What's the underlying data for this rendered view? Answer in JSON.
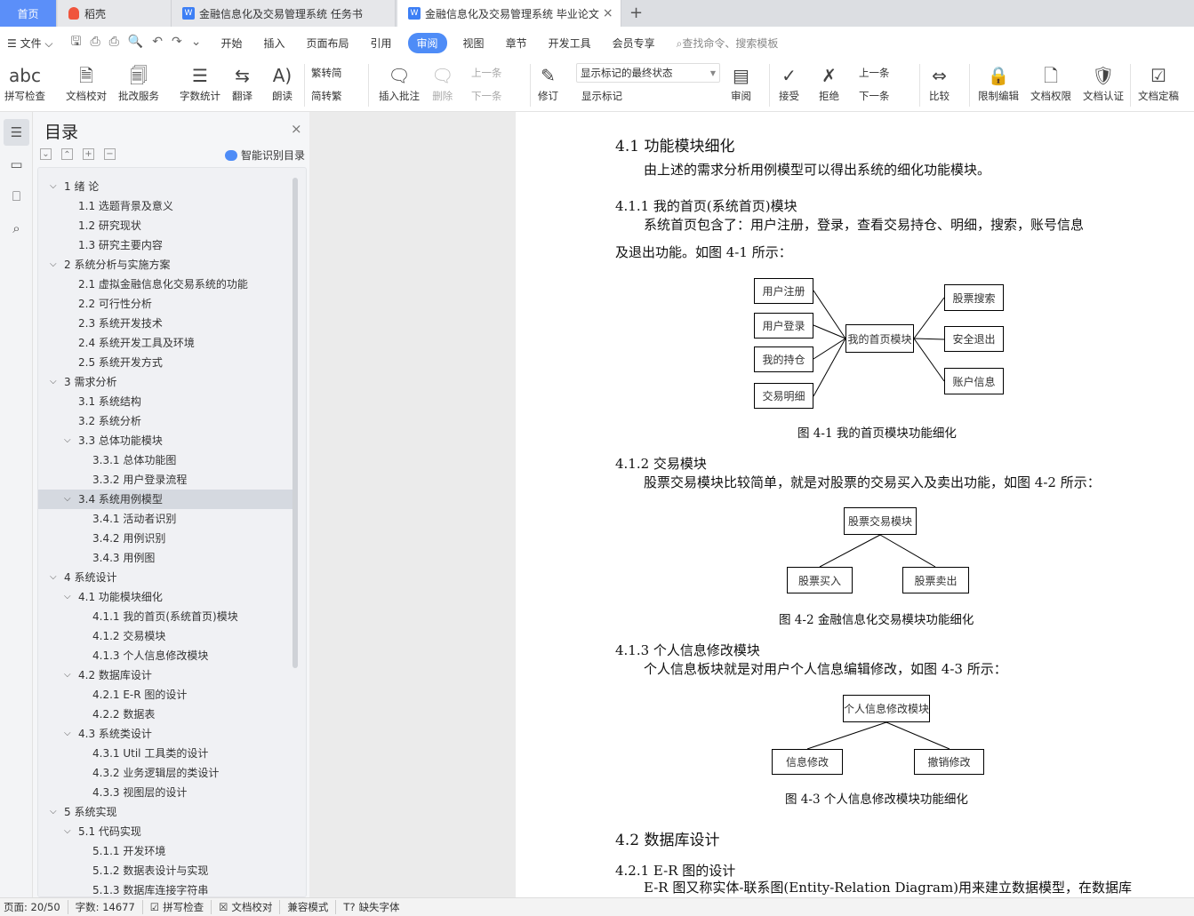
{
  "tabs": [
    {
      "label": "首页"
    },
    {
      "label": "稻壳"
    },
    {
      "label": "金融信息化及交易管理系统 任务书"
    },
    {
      "label": "金融信息化及交易管理系统 毕业论文"
    }
  ],
  "menu": {
    "file": "文件",
    "items": [
      "开始",
      "插入",
      "页面布局",
      "引用",
      "审阅",
      "视图",
      "章节",
      "开发工具",
      "会员专享"
    ],
    "search": "查找命令、搜索模板"
  },
  "ribbon": {
    "spell": "拼写检查",
    "proof": "文档校对",
    "grade": "批改服务",
    "count": "字数统计",
    "translate": "翻译",
    "read": "朗读",
    "t2s": "繁转简",
    "s2t": "简转繁",
    "insert_comment": "插入批注",
    "delete": "删除",
    "prev": "上一条",
    "next": "下一条",
    "revise": "修订",
    "markup_state": "显示标记的最终状态",
    "show_markup": "显示标记",
    "review": "审阅",
    "accept": "接受",
    "reject": "拒绝",
    "prev2": "上一条",
    "next2": "下一条",
    "compare": "比较",
    "restrict": "限制编辑",
    "perm": "文档权限",
    "auth": "文档认证",
    "final": "文档定稿"
  },
  "toc": {
    "title": "目录",
    "smart": "智能识别目录",
    "items": [
      {
        "t": "1  绪  论",
        "l": 1,
        "c": 1
      },
      {
        "t": "1.1  选题背景及意义",
        "l": 2
      },
      {
        "t": "1.2  研究现状",
        "l": 2
      },
      {
        "t": "1.3  研究主要内容",
        "l": 2
      },
      {
        "t": "2  系统分析与实施方案",
        "l": 1,
        "c": 1
      },
      {
        "t": "2.1  虚拟金融信息化交易系统的功能",
        "l": 2
      },
      {
        "t": "2.2  可行性分析",
        "l": 2
      },
      {
        "t": "2.3  系统开发技术",
        "l": 2
      },
      {
        "t": "2.4  系统开发工具及环境",
        "l": 2
      },
      {
        "t": "2.5  系统开发方式",
        "l": 2
      },
      {
        "t": "3  需求分析",
        "l": 1,
        "c": 1
      },
      {
        "t": "3.1  系统结构",
        "l": 2
      },
      {
        "t": "3.2  系统分析",
        "l": 2
      },
      {
        "t": "3.3  总体功能模块",
        "l": 2,
        "c": 1
      },
      {
        "t": "3.3.1  总体功能图",
        "l": 3
      },
      {
        "t": "3.3.2  用户登录流程",
        "l": 3
      },
      {
        "t": "3.4  系统用例模型",
        "l": 2,
        "c": 1,
        "s": 1
      },
      {
        "t": "3.4.1  活动者识别",
        "l": 3
      },
      {
        "t": "3.4.2  用例识别",
        "l": 3
      },
      {
        "t": "3.4.3  用例图",
        "l": 3
      },
      {
        "t": "4  系统设计",
        "l": 1,
        "c": 1
      },
      {
        "t": "4.1  功能模块细化",
        "l": 2,
        "c": 1
      },
      {
        "t": "4.1.1  我的首页(系统首页)模块",
        "l": 3
      },
      {
        "t": "4.1.2  交易模块",
        "l": 3
      },
      {
        "t": "4.1.3  个人信息修改模块",
        "l": 3
      },
      {
        "t": "4.2  数据库设计",
        "l": 2,
        "c": 1
      },
      {
        "t": "4.2.1 E-R 图的设计",
        "l": 3
      },
      {
        "t": "4.2.2  数据表",
        "l": 3
      },
      {
        "t": "4.3  系统类设计",
        "l": 2,
        "c": 1
      },
      {
        "t": "4.3.1 Util 工具类的设计",
        "l": 3
      },
      {
        "t": "4.3.2  业务逻辑层的类设计",
        "l": 3
      },
      {
        "t": "4.3.3  视图层的设计",
        "l": 3
      },
      {
        "t": "5  系统实现",
        "l": 1,
        "c": 1
      },
      {
        "t": "5.1 代码实现",
        "l": 2,
        "c": 1
      },
      {
        "t": "5.1.1 开发环境",
        "l": 3
      },
      {
        "t": "5.1.2  数据表设计与实现",
        "l": 3
      },
      {
        "t": "5.1.3  数据库连接字符串",
        "l": 3
      }
    ]
  },
  "doc": {
    "h41": "4.1  功能模块细化",
    "p1": "由上述的需求分析用例模型可以得出系统的细化功能模块。",
    "h411": "4.1.1  我的首页(系统首页)模块",
    "p2": "系统首页包含了：用户注册，登录，查看交易持仓、明细，搜索，账号信息",
    "p2b": "及退出功能。如图 4-1 所示：",
    "d1": {
      "left": [
        "用户注册",
        "用户登录",
        "我的持仓",
        "交易明细"
      ],
      "center": "我的首页模块",
      "right": [
        "股票搜索",
        "安全退出",
        "账户信息"
      ]
    },
    "cap1": "图 4-1  我的首页模块功能细化",
    "h412": "4.1.2  交易模块",
    "p3": "股票交易模块比较简单，就是对股票的交易买入及卖出功能，如图 4-2 所示：",
    "d2": {
      "root": "股票交易模块",
      "children": [
        "股票买入",
        "股票卖出"
      ]
    },
    "cap2": "图 4-2  金融信息化交易模块功能细化",
    "h413": "4.1.3  个人信息修改模块",
    "p4": "个人信息板块就是对用户个人信息编辑修改，如图 4-3 所示：",
    "d3": {
      "root": "个人信息修改模块",
      "children": [
        "信息修改",
        "撤销修改"
      ]
    },
    "cap3": "图 4-3  个人信息修改模块功能细化",
    "h42": "4.2  数据库设计",
    "h421": "4.2.1 E-R 图的设计",
    "p5": "E-R 图又称实体-联系图(Entity-Relation Diagram)用来建立数据模型，在数据库"
  },
  "status": {
    "page": "页面: 20/50",
    "words": "字数: 14677",
    "spell": "拼写检查",
    "proof": "文档校对",
    "compat": "兼容模式",
    "font": "缺失字体"
  }
}
